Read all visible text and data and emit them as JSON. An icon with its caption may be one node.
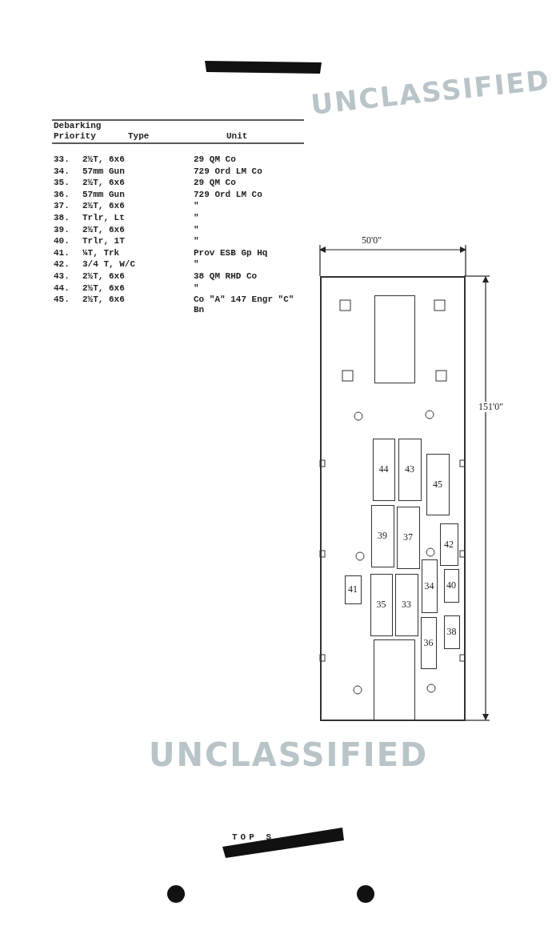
{
  "diagram": {
    "nodes": [
      {
        "text": [],
        "shape": "box"
      },
      {
        "text": [],
        "shape": "box",
        "in": 0
      },
      {
        "text": [
          "44"
        ],
        "in": 0
      },
      {
        "text": [
          "43"
        ],
        "in": 0
      },
      {
        "text": [
          "45"
        ],
        "in": 0
      },
      {
        "text": [
          "39"
        ],
        "in": 0
      },
      {
        "text": [
          "37"
        ],
        "in": 0
      },
      {
        "text": [
          "42"
        ],
        "in": 0
      },
      {
        "text": [
          "41"
        ],
        "in": 0
      },
      {
        "text": [
          "35"
        ],
        "in": 0
      },
      {
        "text": [
          "33"
        ],
        "in": 0
      },
      {
        "text": [
          "34"
        ],
        "in": 0
      },
      {
        "text": [
          "40"
        ],
        "in": 0
      },
      {
        "text": [
          "36"
        ],
        "in": 0
      },
      {
        "text": [
          "38"
        ],
        "in": 0
      },
      {
        "text": [],
        "shape": "box",
        "in": 0
      }
    ],
    "labels": [
      "UNCLASSIFIED",
      "Debarking Priority",
      "Type",
      "Unit",
      "33.",
      "2½T, 6x6",
      "29 QM Co",
      "34.",
      "57mm Gun",
      "729 Ord LM Co",
      "35.",
      "2½T, 6x6",
      "29 QM Co",
      "36.",
      "57mm Gun",
      "729 Ord LM Co",
      "37.",
      "2½T, 6x6",
      "\"",
      "38.",
      "Trlr, Lt",
      "\"",
      "39.",
      "2½T, 6x6",
      "\"",
      "40.",
      "Trlr, 1T",
      "\"",
      "41.",
      "¼T, Trk",
      "Prov ESB Gp Hq",
      "42.",
      "3/4 T, W/C",
      "\"",
      "43.",
      "2½T, 6x6",
      "38 QM RHD Co",
      "44.",
      "2½T, 6x6",
      "\"",
      "45.",
      "2½T, 6x6",
      "Co \"A\" 147 Engr \"C\" Bn",
      "50'0\"",
      "151'0\"",
      "UNCLASSIFIED",
      "TOP S"
    ]
  }
}
